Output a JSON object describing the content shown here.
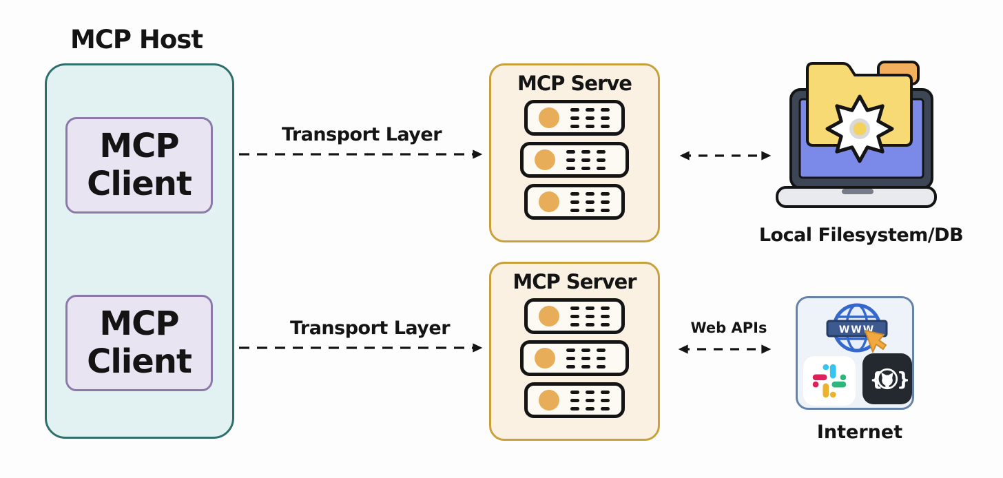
{
  "diagram": {
    "host": {
      "title": "MCP Host",
      "clients": [
        {
          "label": "MCP Client"
        },
        {
          "label": "MCP Client"
        }
      ]
    },
    "connections": {
      "host_to_server_top": {
        "label": "Transport Layer",
        "style": "dashed-arrow-right"
      },
      "host_to_server_bottom": {
        "label": "Transport Layer",
        "style": "dashed-arrow-right"
      },
      "server_to_filesystem": {
        "label": "",
        "style": "dashed-arrow-both"
      },
      "server_to_internet": {
        "label": "Web APIs",
        "style": "dashed-arrow-both"
      }
    },
    "servers": [
      {
        "label": "MCP Serve",
        "rack_units": 3
      },
      {
        "label": "MCP Server",
        "rack_units": 3
      }
    ],
    "resources": {
      "filesystem": {
        "label": "Local Filesystem/DB",
        "icons": [
          "folder-icon",
          "gear-icon",
          "laptop-icon"
        ]
      },
      "internet": {
        "label": "Internet",
        "globe_banner_text": "WWW",
        "icons": [
          "globe-www-icon",
          "cursor-icon",
          "slack-icon",
          "github-icon"
        ]
      }
    },
    "colors": {
      "host_fill": "#e2f1f1",
      "host_border": "#2e6f6b",
      "client_fill": "#e8e4f2",
      "client_border": "#8d79a9",
      "server_fill": "#faf1e2",
      "server_border": "#c8a03c",
      "rack_led": "#e7ad58",
      "internet_fill": "#eef2f9",
      "internet_border": "#6583a8",
      "ink": "#141414",
      "laptop_screen": "#7b89e8",
      "folder_yellow": "#f8da74",
      "folder_orange": "#f2b05f"
    }
  }
}
